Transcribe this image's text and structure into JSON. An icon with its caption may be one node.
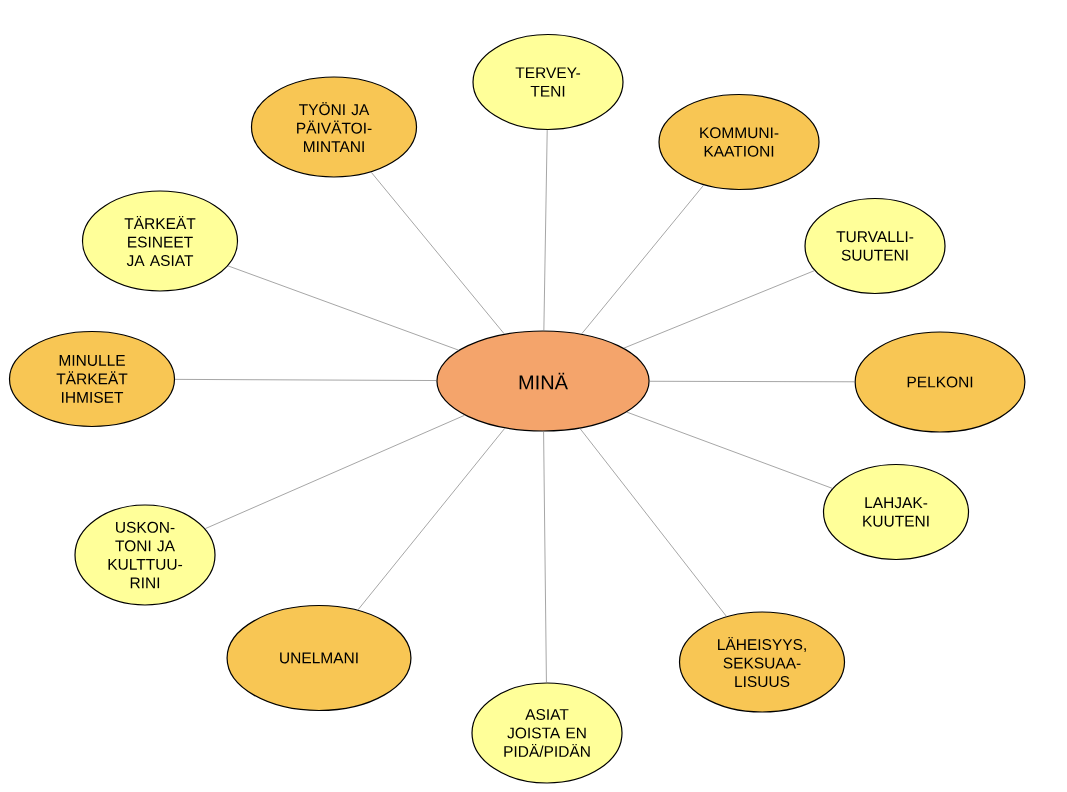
{
  "diagram": {
    "nodes": [
      {
        "text": [
          "MINÄ"
        ]
      },
      {
        "text": [
          "TERVEY- TENI"
        ]
      },
      {
        "text": [
          "KOMMUNI- KAATIONI"
        ]
      },
      {
        "text": [
          "TURVALLI- SUUTENI"
        ]
      },
      {
        "text": [
          "PELKONI"
        ]
      },
      {
        "text": [
          "LAHJAK- KUUTENI"
        ]
      },
      {
        "text": [
          "LÄHEISYYS, SEKSUAA- LISUUS"
        ]
      },
      {
        "text": [
          "ASIAT JOISTA EN PIDÄ/PIDÄN"
        ]
      },
      {
        "text": [
          "UNELMANI"
        ]
      },
      {
        "text": [
          "USKON- TONI JA KULTTUU- RINI"
        ]
      },
      {
        "text": [
          "MINULLE TÄRKEÄT IHMISET"
        ]
      },
      {
        "text": [
          "TÄRKEÄT ESINEET JA ASIAT"
        ]
      },
      {
        "text": [
          "TYÖNI JA PÄIVÄTOI- MINTANI"
        ]
      }
    ],
    "edges": [
      {
        "from": 0,
        "to": 1,
        "arrow": "none"
      },
      {
        "from": 0,
        "to": 2,
        "arrow": "none"
      },
      {
        "from": 0,
        "to": 3,
        "arrow": "none"
      },
      {
        "from": 0,
        "to": 4,
        "arrow": "none"
      },
      {
        "from": 0,
        "to": 5,
        "arrow": "none"
      },
      {
        "from": 0,
        "to": 6,
        "arrow": "none"
      },
      {
        "from": 0,
        "to": 7,
        "arrow": "none"
      },
      {
        "from": 0,
        "to": 8,
        "arrow": "none"
      },
      {
        "from": 0,
        "to": 9,
        "arrow": "none"
      },
      {
        "from": 0,
        "to": 10,
        "arrow": "none"
      },
      {
        "from": 0,
        "to": 11,
        "arrow": "none"
      },
      {
        "from": 0,
        "to": 12,
        "arrow": "none"
      }
    ]
  }
}
